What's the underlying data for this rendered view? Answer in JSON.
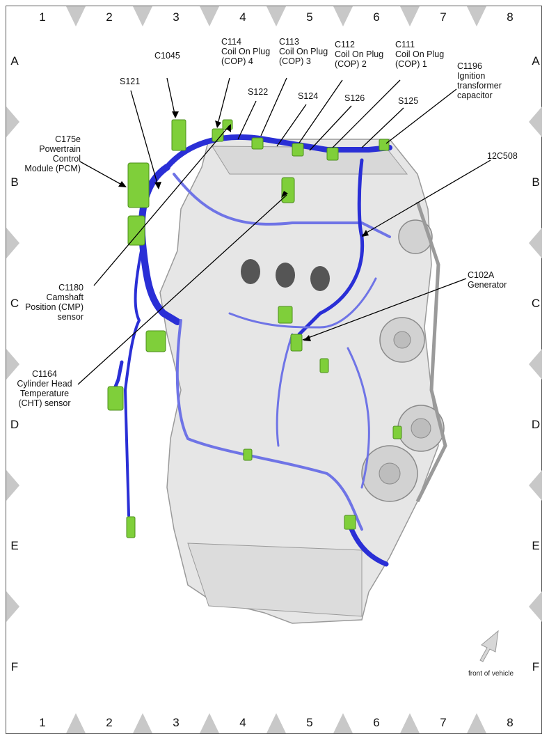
{
  "grid": {
    "columns": [
      "1",
      "2",
      "3",
      "4",
      "5",
      "6",
      "7",
      "8"
    ],
    "rows": [
      "A",
      "B",
      "C",
      "D",
      "E",
      "F"
    ]
  },
  "callouts": {
    "c1045": "C1045",
    "s121": "S121",
    "c114": "C114\nCoil On Plug\n(COP) 4",
    "c113": "C113\nCoil On Plug\n(COP) 3",
    "c112": "C112\nCoil On Plug\n(COP) 2",
    "c111": "C111\nCoil On Plug\n(COP) 1",
    "c1196": "C1196\nIgnition\ntransformer\ncapacitor",
    "s122": "S122",
    "s124": "S124",
    "s126": "S126",
    "s125": "S125",
    "c175e": "C175e\nPowertrain\nControl\nModule (PCM)",
    "c12c508": "12C508",
    "c1180": "C1180\nCamshaft\nPosition (CMP)\nsensor",
    "c102a": "C102A\nGenerator",
    "c1164": "C1164\nCylinder Head\nTemperature\n(CHT) sensor"
  },
  "front_label": "front of vehicle",
  "colors": {
    "harness": "#2a2fd6",
    "harness_light": "#6f74e6",
    "connector": "#7fcf3a",
    "engine_fill": "#e6e6e6",
    "engine_stroke": "#9a9a9a",
    "frame_marker": "#c8c8c8"
  }
}
